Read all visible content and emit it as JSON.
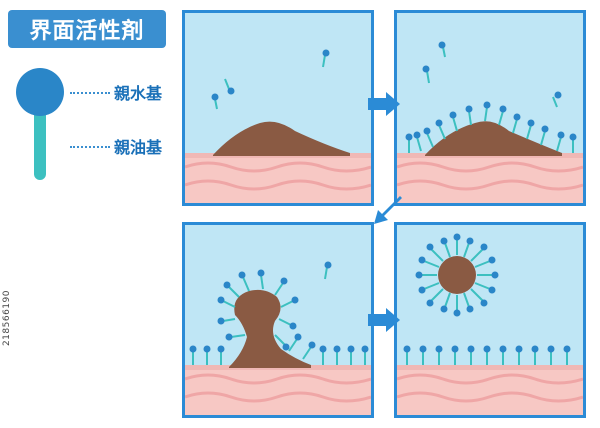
{
  "title": "界面活性剤",
  "legend": {
    "hydrophilic_label": "親水基",
    "hydrophobic_label": "親油基"
  },
  "credit_id": "218566190",
  "colors": {
    "panel_border": "#2b8bd6",
    "water": "#bfe6f5",
    "skin_light": "#f7c8c4",
    "skin_dark": "#efa6a6",
    "dirt": "#8a5a43",
    "surfactant_head": "#2a86c8",
    "surfactant_tail": "#3cc0c0",
    "arrow": "#2b8bd6"
  },
  "icons": [
    "arrow-right-icon",
    "arrow-down-left-icon",
    "surfactant-icon"
  ]
}
